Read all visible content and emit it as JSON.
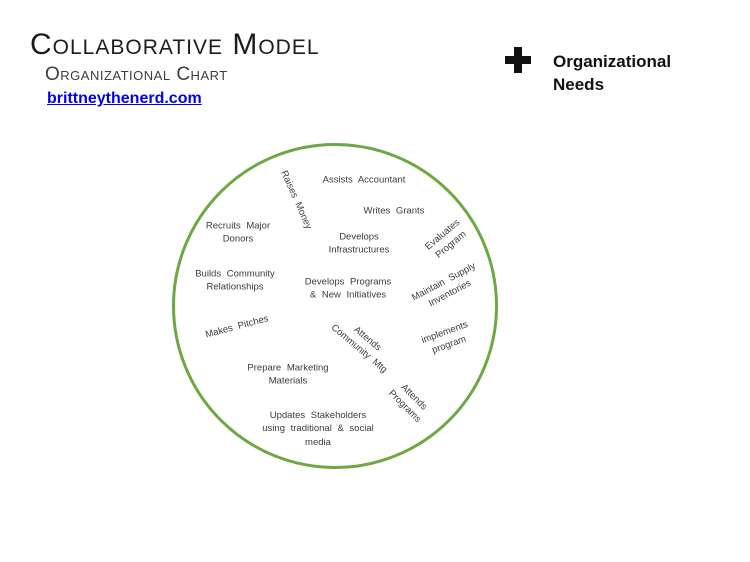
{
  "header": {
    "title": "Collaborative Model",
    "subtitle": "Organizational Chart",
    "link_text": "brittneythenerd.com"
  },
  "legend": {
    "plus_icon": "plus",
    "label": "Organizational\nNeeds"
  },
  "colors": {
    "circle_stroke_green": "#6ea845",
    "link_blue": "#0000ee",
    "label_text": "#3b3b3b",
    "legend_text": "#111111"
  },
  "circle": {
    "labels": [
      {
        "id": "raises-money",
        "text": "Raises Money"
      },
      {
        "id": "assists-accountant",
        "text": "Assists Accountant"
      },
      {
        "id": "writes-grants",
        "text": "Writes Grants"
      },
      {
        "id": "recruits-major-donors",
        "text": "Recruits Major\nDonors"
      },
      {
        "id": "develops-infrastructures",
        "text": "Develops\nInfrastructures"
      },
      {
        "id": "evaluates-program",
        "text": "Evaluates\nProgram"
      },
      {
        "id": "builds-community-relationships",
        "text": "Builds Community\nRelationships"
      },
      {
        "id": "develops-programs-initiatives",
        "text": "Develops Programs\n& New Initiatives"
      },
      {
        "id": "maintain-supply-inventories",
        "text": "Maintain Supply\nInventories"
      },
      {
        "id": "makes-pitches",
        "text": "Makes Pitches"
      },
      {
        "id": "attends-community-mtg",
        "text": "Attends\nCommunity Mtg"
      },
      {
        "id": "implements-program",
        "text": "implements\nprogram"
      },
      {
        "id": "prepare-marketing-materials",
        "text": "Prepare Marketing\nMaterials"
      },
      {
        "id": "attends-programs",
        "text": "Attends\nPrograms"
      },
      {
        "id": "updates-stakeholders",
        "text": "Updates Stakeholders\nusing traditional & social\nmedia"
      }
    ]
  }
}
